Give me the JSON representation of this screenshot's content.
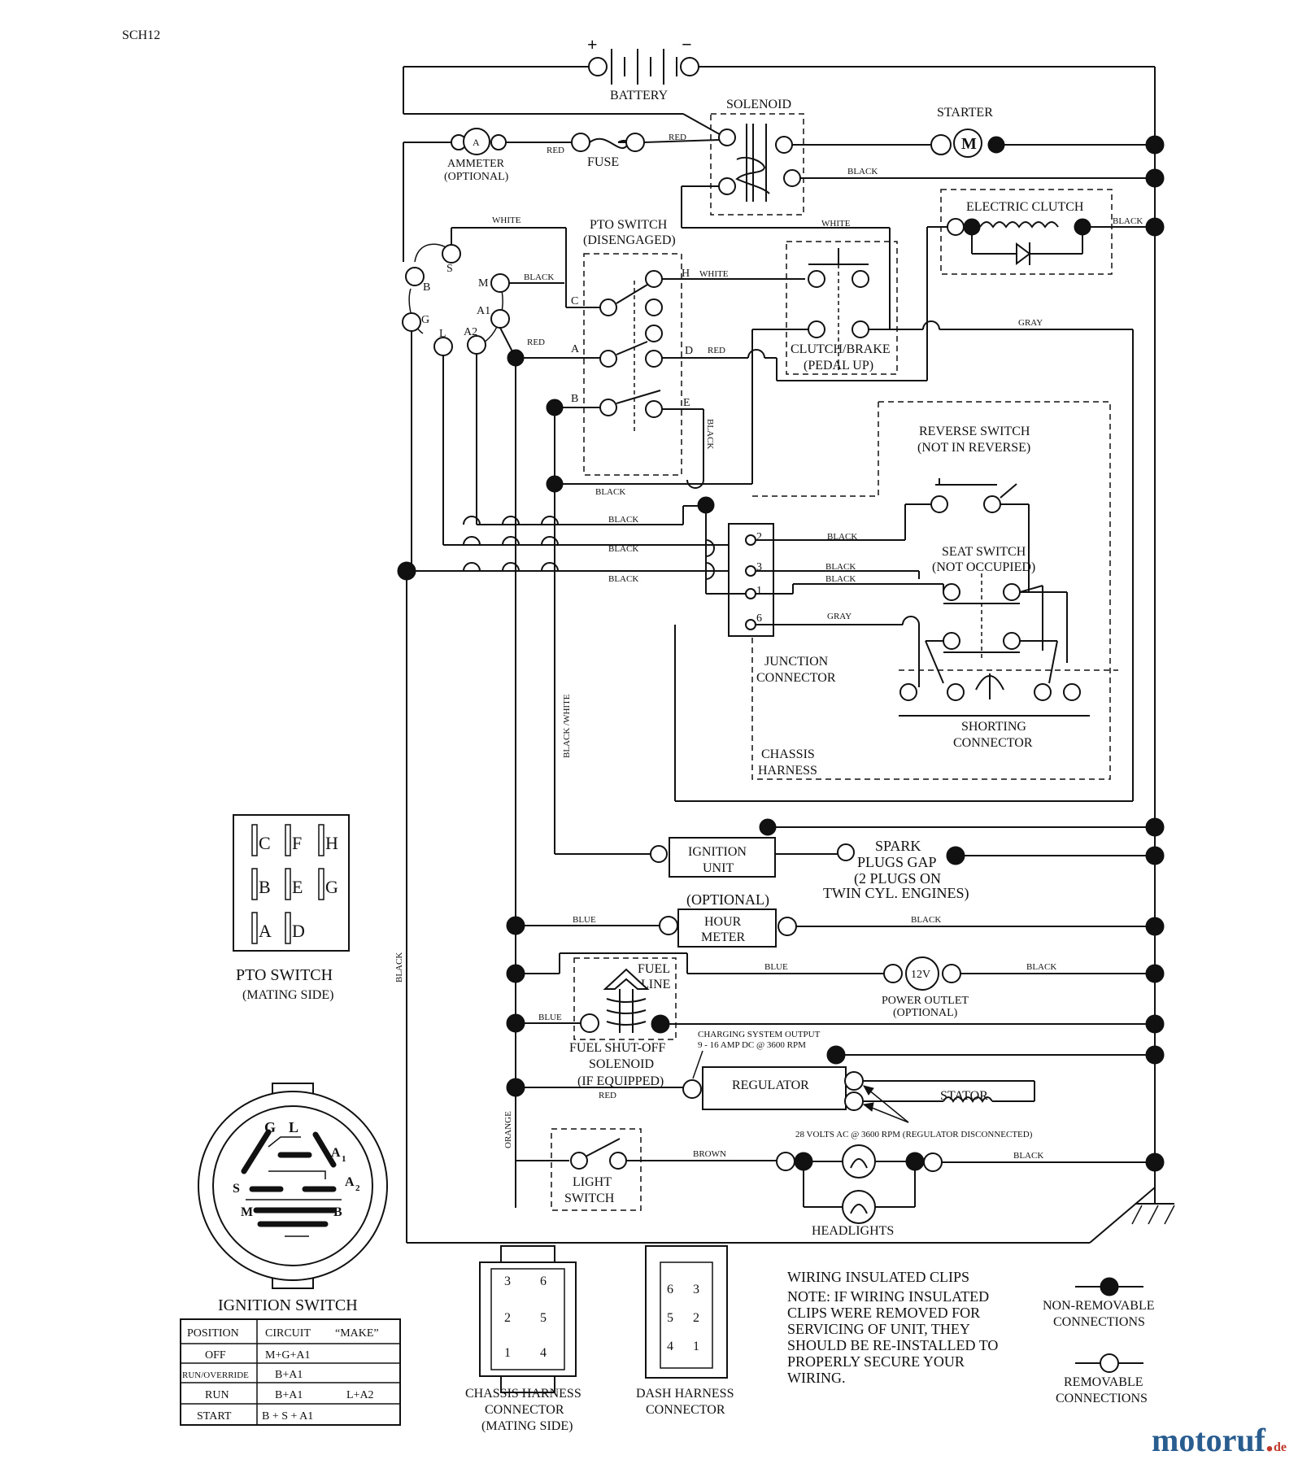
{
  "page_code": "SCH12",
  "components": {
    "battery": "BATTERY",
    "battery_plus": "+",
    "battery_minus": "−",
    "solenoid": "SOLENOID",
    "starter": "STARTER",
    "starter_symbol": "M",
    "ammeter": "AMMETER",
    "ammeter_sub": "(OPTIONAL)",
    "ammeter_symbol": "A",
    "fuse": "FUSE",
    "electric_clutch": "ELECTRIC CLUTCH",
    "pto_switch": "PTO SWITCH",
    "pto_switch_sub": "(DISENGAGED)",
    "clutch_brake": "CLUTCH/BRAKE",
    "clutch_brake_sub": "(PEDAL UP)",
    "reverse_switch": "REVERSE SWITCH",
    "reverse_switch_sub": "(NOT IN REVERSE)",
    "seat_switch": "SEAT SWITCH",
    "seat_switch_sub": "(NOT OCCUPIED)",
    "junction_1": "JUNCTION",
    "junction_2": "CONNECTOR",
    "shorting_1": "SHORTING",
    "shorting_2": "CONNECTOR",
    "chassis_1": "CHASSIS",
    "chassis_2": "HARNESS",
    "ignition_unit_1": "IGNITION",
    "ignition_unit_2": "UNIT",
    "spark_1": "SPARK",
    "spark_2": "PLUGS GAP",
    "spark_3": "(2 PLUGS ON",
    "spark_4": "TWIN CYL. ENGINES)",
    "hour_opt": "(OPTIONAL)",
    "hour_1": "HOUR",
    "hour_2": "METER",
    "power_outlet": "POWER OUTLET",
    "power_outlet_sub": "(OPTIONAL)",
    "power_symbol": "12V",
    "fuel_line_1": "FUEL",
    "fuel_line_2": "LINE",
    "fuel_sol_1": "FUEL SHUT-OFF",
    "fuel_sol_2": "SOLENOID",
    "fuel_sol_3": "(IF EQUIPPED)",
    "charging_1": "CHARGING SYSTEM OUTPUT",
    "charging_2": "9 - 16 AMP DC @ 3600 RPM",
    "regulator": "REGULATOR",
    "stator": "STATOR",
    "volts_note": "28 VOLTS AC @ 3600 RPM (REGULATOR DISCONNECTED)",
    "light_1": "LIGHT",
    "light_2": "SWITCH",
    "headlights": "HEADLIGHTS"
  },
  "wires": {
    "red": "RED",
    "white": "WHITE",
    "black": "BLACK",
    "gray": "GRAY",
    "blue": "BLUE",
    "brown": "BROWN",
    "orange": "ORANGE",
    "black_white": "BLACK /WHITE"
  },
  "ignition_terminals": {
    "b": "B",
    "s": "S",
    "m": "M",
    "a1": "A1",
    "g": "G",
    "l": "L",
    "a2": "A2"
  },
  "pto_terminals": {
    "c": "C",
    "h": "H",
    "a": "A",
    "d": "D",
    "b": "B",
    "e": "E"
  },
  "junction_pins": {
    "p2": "2",
    "p3": "3",
    "p1": "1",
    "p6": "6"
  },
  "pto_mating": {
    "title": "PTO SWITCH",
    "subtitle": "(MATING SIDE)",
    "cells": [
      "C",
      "F",
      "H",
      "B",
      "E",
      "G",
      "A",
      "D"
    ]
  },
  "ignition_switch": {
    "title": "IGNITION SWITCH",
    "labels": {
      "g": "G",
      "l": "L",
      "a1": "A",
      "a1sub": "1",
      "s": "S",
      "a2": "A",
      "a2sub": "2",
      "m": "M",
      "b": "B"
    },
    "table_headers": [
      "POSITION",
      "CIRCUIT",
      "“MAKE”"
    ],
    "rows": [
      {
        "position": "OFF",
        "circuit": "M+G+A1",
        "extra": ""
      },
      {
        "position": "RUN/OVERRIDE",
        "circuit": "B+A1",
        "extra": ""
      },
      {
        "position": "RUN",
        "circuit": "B+A1",
        "extra": "L+A2"
      },
      {
        "position": "START",
        "circuit": "B + S + A1",
        "extra": ""
      }
    ]
  },
  "chassis_connector": {
    "line1": "CHASSIS HARNESS",
    "line2": "CONNECTOR",
    "line3": "(MATING SIDE)",
    "pins": [
      "3",
      "6",
      "2",
      "5",
      "1",
      "4"
    ]
  },
  "dash_connector": {
    "line1": "DASH HARNESS",
    "line2": "CONNECTOR",
    "pins": [
      "6",
      "3",
      "5",
      "2",
      "4",
      "1"
    ]
  },
  "clips_note": {
    "title": "WIRING INSULATED CLIPS",
    "lines": [
      "NOTE: IF WIRING INSULATED",
      "CLIPS WERE REMOVED FOR",
      "SERVICING OF UNIT, THEY",
      "SHOULD BE RE-INSTALLED TO",
      "PROPERLY SECURE YOUR",
      "WIRING."
    ]
  },
  "legend": {
    "non_removable_1": "NON-REMOVABLE",
    "non_removable_2": "CONNECTIONS",
    "removable_1": "REMOVABLE",
    "removable_2": "CONNECTIONS"
  },
  "watermark": {
    "text1": "motoruf",
    "dot": ".",
    "text2": "de"
  }
}
